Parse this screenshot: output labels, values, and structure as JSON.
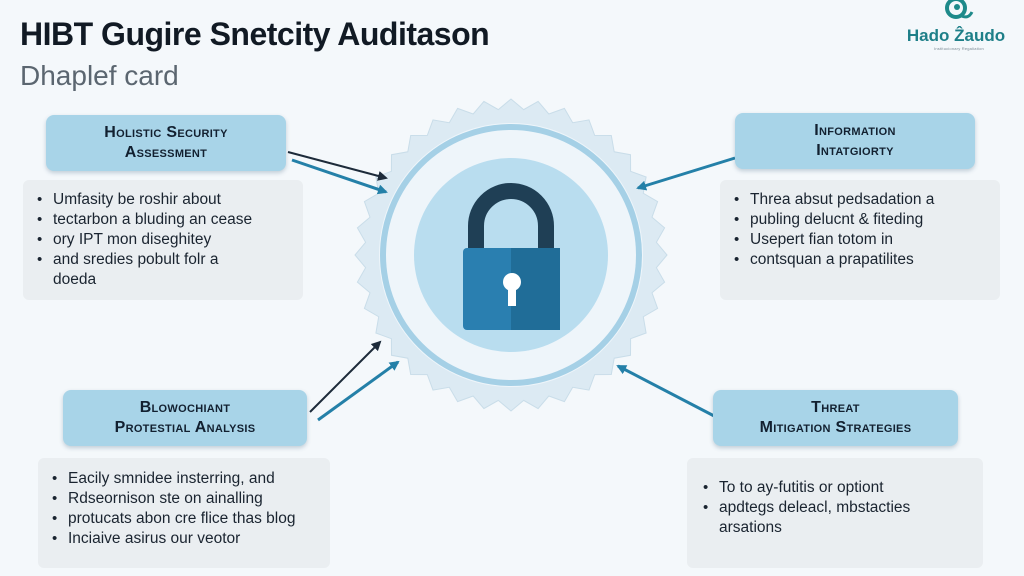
{
  "header": {
    "title": "HIBT Gugire Snetcity Auditason",
    "subtitle": "Dhaplef card"
  },
  "logo": {
    "name": "Hado Ẑaudo",
    "tagline": "Institucionary Regaliation"
  },
  "colors": {
    "pill": "#a8d4e8",
    "arrow": "#2480a8",
    "lock_body": "#2a7fb0",
    "lock_shackle": "#1f3f55",
    "seal": "#d6e8f3"
  },
  "center_icon": "padlock-icon",
  "cards": [
    {
      "label": "Holistic Security\nAssessment",
      "bullets": [
        "Umfasity be roshir about",
        "tectarbon a bluding an cease",
        "ory IPT mon diseghitey",
        "and sredies pobult folr a"
      ],
      "continuation": "doeda"
    },
    {
      "label": "Information\nIntatgiorty",
      "bullets": [
        "Threa absut pedsadation a",
        "publing delucnt & fiteding",
        "Usepert fian totom in",
        "contsquan a prapatilites"
      ]
    },
    {
      "label": "Blowochiant\nProtestial Analysis",
      "bullets": [
        "Eacily smnidee insterring, and",
        "Rdseornison ste on ainalling",
        "protucats abon cre flice thas blog",
        "Inciaive asirus our veotor"
      ]
    },
    {
      "label": "Threat\nMitigation Strategies",
      "bullets": [
        "To to ay-futitis or optiont",
        "apdtegs deleacl, mbstacties"
      ],
      "continuation": "arsations"
    }
  ]
}
